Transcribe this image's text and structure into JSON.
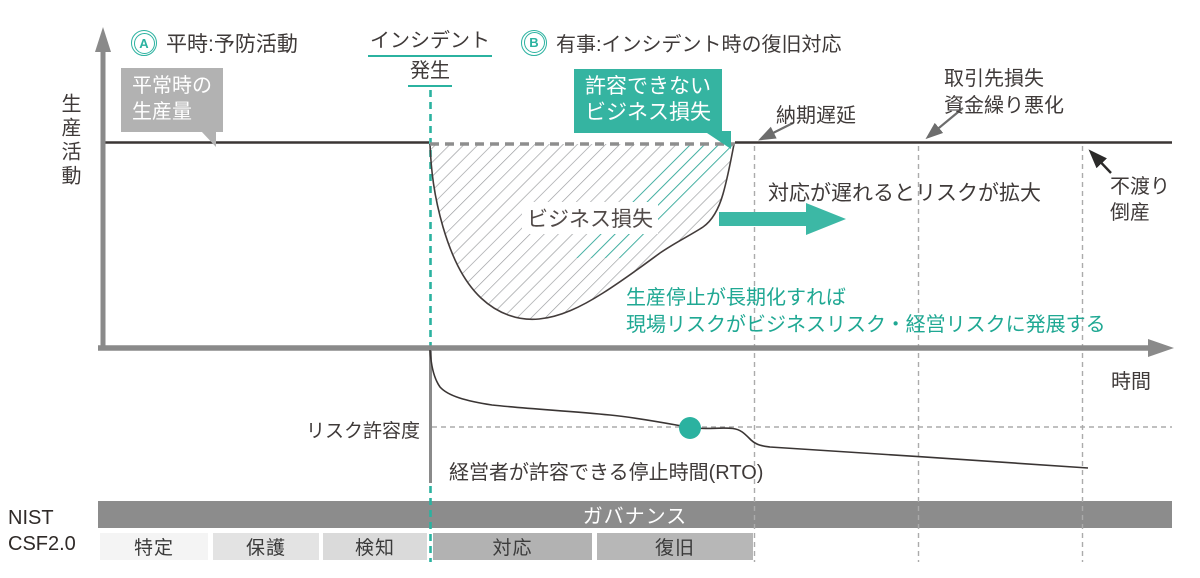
{
  "colors": {
    "teal": "#2bb2a0",
    "axis_gray": "#8a8a8a",
    "bar_dark_gray": "#8c8c8c",
    "bubble_gray": "#b2b2b2"
  },
  "legend": {
    "a_badge": "A",
    "a_text": "平時:予防活動",
    "b_badge": "B",
    "b_text": "有事:インシデント時の復旧対応"
  },
  "incident": {
    "line1": "インシデント",
    "line2": "発生"
  },
  "axes": {
    "y_label": "生産活動",
    "x_label": "時間"
  },
  "upper_chart": {
    "normal_output": {
      "line1": "平常時の",
      "line2": "生産量"
    },
    "unacceptable_loss": {
      "line1": "許容できない",
      "line2": "ビジネス損失"
    },
    "business_loss_label": "ビジネス損失",
    "delivery_delay": "納期遅延",
    "partner_loss": {
      "line1": "取引先損失",
      "line2": "資金繰り悪化"
    },
    "bankruptcy": {
      "line1": "不渡り",
      "line2": "倒産"
    },
    "risk_expansion": "対応が遅れるとリスクが拡大",
    "note": {
      "line1": "生産停止が長期化すれば",
      "line2": "現場リスクがビジネスリスク・経営リスクに発展する"
    }
  },
  "lower_chart": {
    "risk_tolerance_label": "リスク許容度",
    "rto_label": "経営者が許容できる停止時間(RTO)"
  },
  "nist": {
    "label_line1": "NIST",
    "label_line2": "CSF2.0",
    "governance_label": "ガバナンス",
    "functions": [
      {
        "label": "特定"
      },
      {
        "label": "保護"
      },
      {
        "label": "検知"
      },
      {
        "label": "対応"
      },
      {
        "label": "復旧"
      }
    ]
  }
}
